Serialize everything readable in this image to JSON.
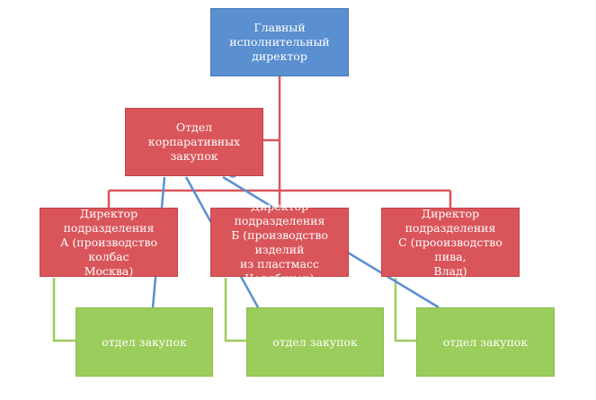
{
  "org_chart": {
    "ceo": {
      "label": "Главный\nисполнительный\nдиректор"
    },
    "procurement_dept": {
      "label": "Отдел корпаративных\nзакупок"
    },
    "divisions": [
      {
        "label": "Директор подразделения\nА (производство колбас\nМосква)"
      },
      {
        "label": "Директор подразделения\nБ (производство изделий\nиз пластмасс Челябинск)"
      },
      {
        "label": "Директор подразделения\nС (прооизводство пива,\nВлад)"
      }
    ],
    "purchasing_units": [
      {
        "label": "отдел закупок"
      },
      {
        "label": "отдел закупок"
      },
      {
        "label": "отдел закупок"
      }
    ]
  },
  "colors": {
    "ceo": "#5a8fd0",
    "red_nodes": "#d9555a",
    "green_nodes": "#9bcd5c",
    "red_connector": "#d9555a",
    "green_connector": "#9bcd5c",
    "blue_connector": "#5b8fd0"
  }
}
